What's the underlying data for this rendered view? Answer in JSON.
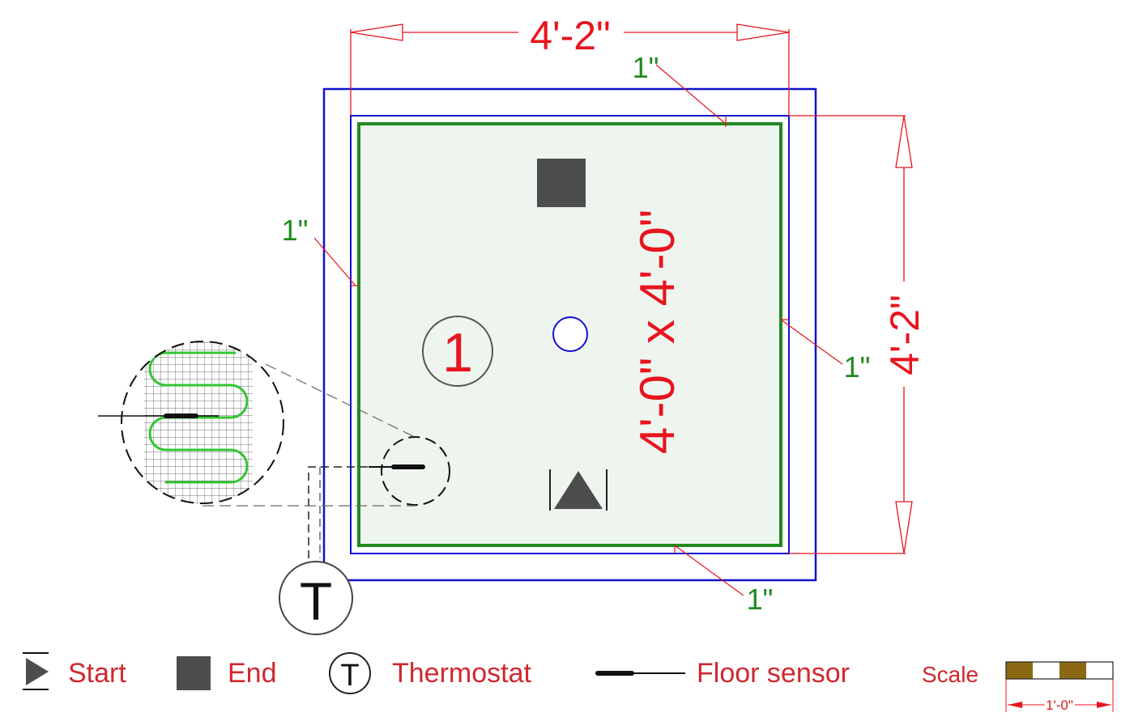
{
  "diagram": {
    "type": "floor heating layout plan",
    "zone_number": "1",
    "zone_size_label": "4'-0\" x 4'-0\"",
    "dim_top": "4'-2\"",
    "dim_right": "4'-2\"",
    "offset_top": "1\"",
    "offset_left": "1\"",
    "offset_right": "1\"",
    "offset_bottom": "1\"",
    "thermostat_symbol": "T",
    "colors": {
      "room_wall": "#1010d0",
      "heating_zone": "#1f8a1f",
      "zone_fill": "#eef5ee",
      "dimension": "#e8141e",
      "offset_text": "#1f8a1f",
      "symbol_dark": "#4d4d4d"
    }
  },
  "legend": {
    "start_label": "Start",
    "end_label": "End",
    "thermostat_label": "Thermostat",
    "thermostat_symbol": "T",
    "sensor_label": "Floor sensor",
    "scale_label": "Scale",
    "scale_value": "1'-0\""
  }
}
